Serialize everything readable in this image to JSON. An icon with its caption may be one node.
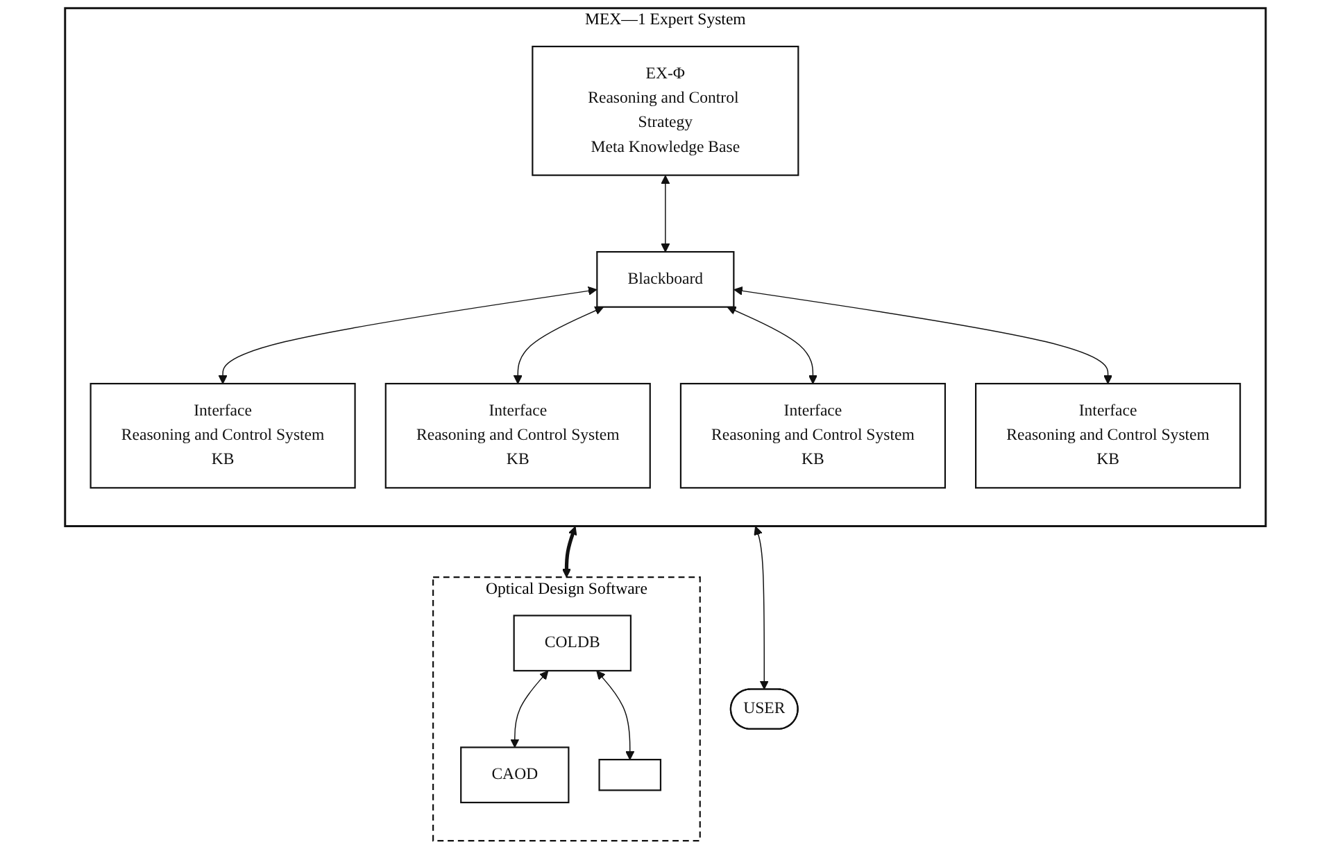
{
  "diagram": {
    "nodes": [
      {
        "text": [
          "MEX—1 Expert System"
        ]
      },
      {
        "text": [
          "EX-Φ",
          "Reasoning and Control Strategy",
          "Meta Knowledge Base"
        ],
        "in": 0
      },
      {
        "text": [
          "Blackboard"
        ],
        "in": 0
      },
      {
        "text": [
          "Interface",
          "Reasoning and Control System",
          "KB"
        ],
        "in": 0
      },
      {
        "text": [
          "Interface",
          "Reasoning and Control System",
          "KB"
        ],
        "in": 0
      },
      {
        "text": [
          "Interface",
          "Reasoning and Control System",
          "KB"
        ],
        "in": 0
      },
      {
        "text": [
          "Interface",
          "Reasoning and Control System",
          "KB"
        ],
        "in": 0
      },
      {
        "text": [
          "Optical Design Software"
        ]
      },
      {
        "text": [
          "COLDB"
        ],
        "in": 7
      },
      {
        "text": [
          "CAOD"
        ],
        "in": 7
      },
      {
        "text": [],
        "shape": "box",
        "in": 7
      },
      {
        "text": [
          "USER"
        ]
      }
    ],
    "edges": [
      {
        "from": 1,
        "to": 2,
        "arrow": "both"
      },
      {
        "from": 2,
        "to": 3,
        "arrow": "both"
      },
      {
        "from": 2,
        "to": 4,
        "arrow": "both"
      },
      {
        "from": 2,
        "to": 5,
        "arrow": "both"
      },
      {
        "from": 2,
        "to": 6,
        "arrow": "both"
      },
      {
        "from": 0,
        "to": 7,
        "arrow": "both",
        "style": "thick"
      },
      {
        "from": 8,
        "to": 9,
        "arrow": "both"
      },
      {
        "from": 8,
        "to": 10,
        "arrow": "both"
      },
      {
        "from": 0,
        "to": 11,
        "arrow": "both"
      }
    ]
  }
}
